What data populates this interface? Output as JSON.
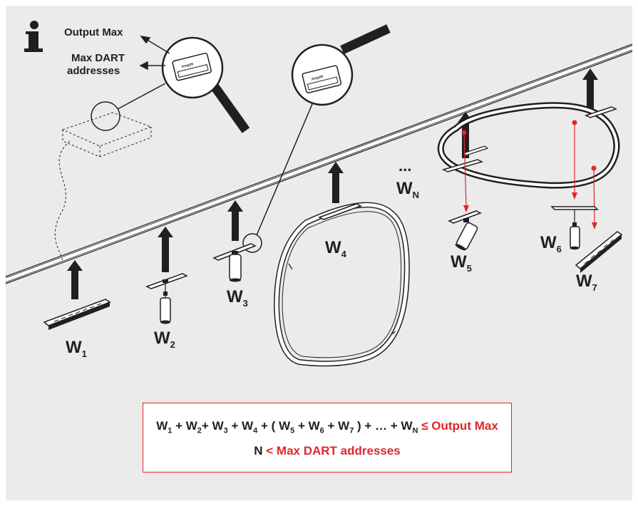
{
  "info_icon": "info-icon",
  "callouts": {
    "output_max": "Output Max",
    "max_dart_line1": "Max DART",
    "max_dart_line2": "addresses"
  },
  "driver_label": "Amplifi",
  "loads": [
    {
      "base": "W",
      "sub": "1"
    },
    {
      "base": "W",
      "sub": "2"
    },
    {
      "base": "W",
      "sub": "3"
    },
    {
      "base": "W",
      "sub": "4"
    },
    {
      "base": "W",
      "sub": "5"
    },
    {
      "base": "W",
      "sub": "6"
    },
    {
      "base": "W",
      "sub": "7"
    },
    {
      "base": "W",
      "sub": "N"
    }
  ],
  "ellipsis": "...",
  "equation": {
    "line1": {
      "terms": [
        "W",
        "1",
        " + ",
        "W",
        "2",
        "+ ",
        "W",
        "3",
        " + ",
        "W",
        "4",
        " + ( ",
        "W",
        "5",
        " + ",
        "W",
        "6",
        " + ",
        "W",
        "7",
        " ) + … + ",
        "W",
        "N"
      ],
      "operator": "≤",
      "rhs": "Output Max"
    },
    "line2": {
      "lhs": "N",
      "operator": "<",
      "rhs": "Max DART addresses"
    }
  },
  "colors": {
    "background": "#ebebeb",
    "ink": "#231f20",
    "accent_red": "#e0262c"
  }
}
